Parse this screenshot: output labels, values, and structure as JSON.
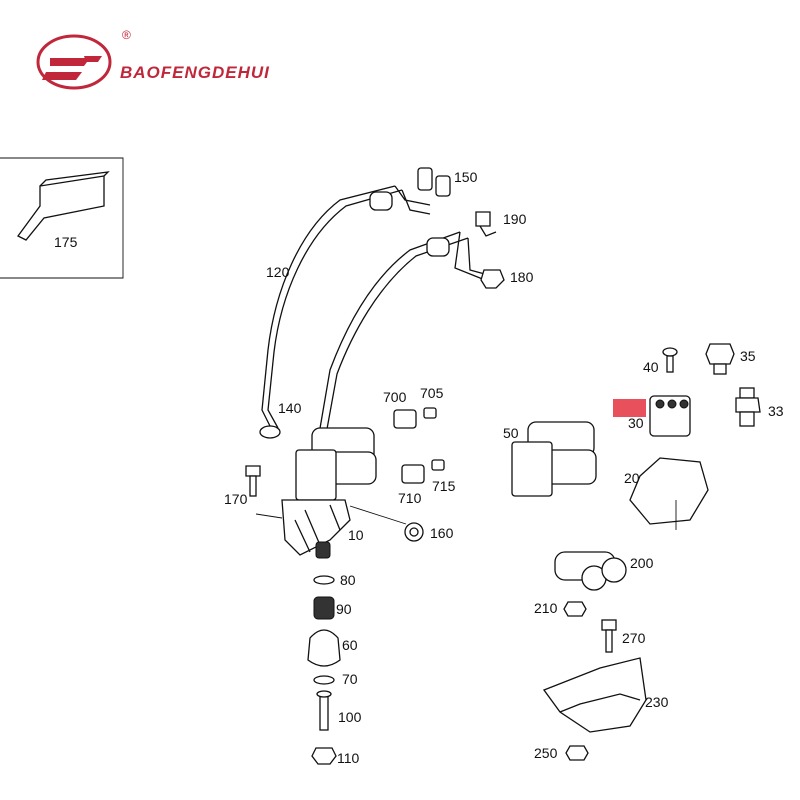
{
  "brand": {
    "name": "BAOFENGDEHUI",
    "registered_mark": "®",
    "colors": {
      "accent": "#c0273a",
      "highlight": "#e8505b"
    }
  },
  "callouts": {
    "p175": "175",
    "p150": "150",
    "p190": "190",
    "p180": "180",
    "p120": "120",
    "p140": "140",
    "p700": "700",
    "p705": "705",
    "p170": "170",
    "p715": "715",
    "p710": "710",
    "p160": "160",
    "p10": "10",
    "p80": "80",
    "p90": "90",
    "p60": "60",
    "p70": "70",
    "p100": "100",
    "p110": "110",
    "p40": "40",
    "p35": "35",
    "p33": "33",
    "p30": "30",
    "p50": "50",
    "p20": "20",
    "p200": "200",
    "p210": "210",
    "p270": "270",
    "p230": "230",
    "p250": "250"
  }
}
